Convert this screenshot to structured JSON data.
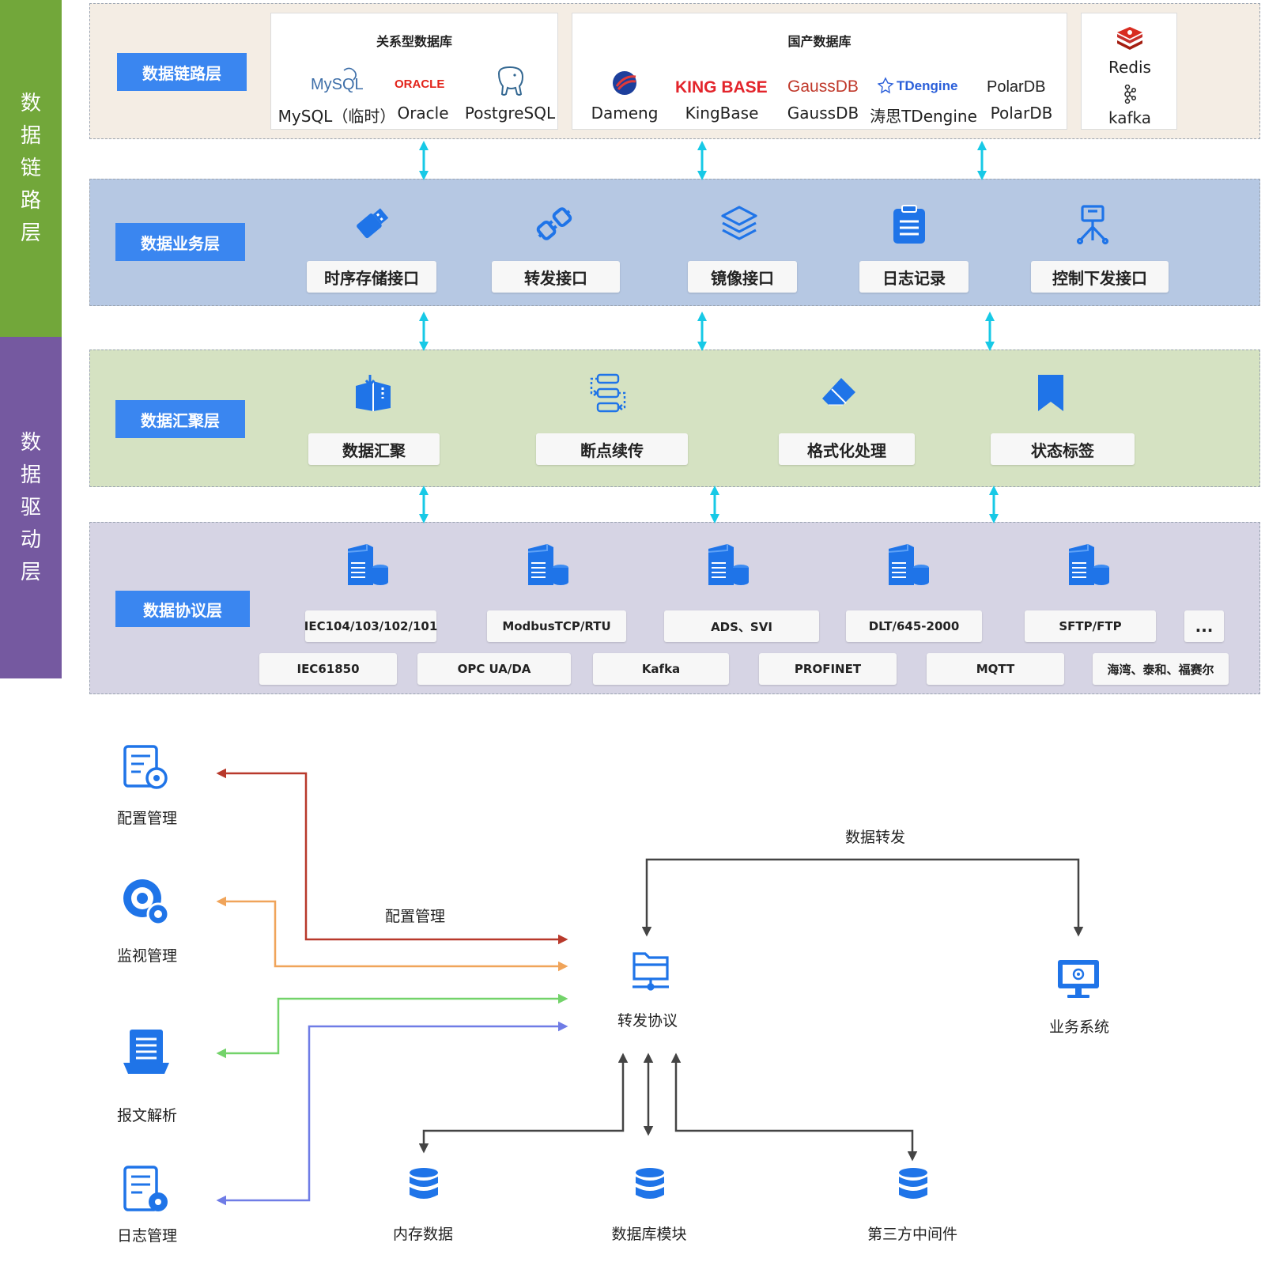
{
  "side_labels": {
    "upper": "数据链路层",
    "lower": "数据驱动层"
  },
  "colors": {
    "upper_side": "#72a73a",
    "lower_side": "#7559a0",
    "layer1_bg": "#f4ede4",
    "layer2_bg": "#b6c8e3",
    "layer3_bg": "#d5e2c2",
    "layer4_bg": "#d6d4e4",
    "title_blue": "#3a86f0",
    "arrow_cyan": "#17c9e6",
    "red_line": "#b8392b",
    "orange_line": "#f0a45a",
    "green_line": "#73d36a",
    "blue_line": "#6f7ce6",
    "dark_line": "#444444"
  },
  "layer1": {
    "title": "数据链路层",
    "relational": {
      "title": "关系型数据库",
      "items": [
        {
          "logo": "MySQL",
          "name": "MySQL（临时）",
          "icon": "mysql-logo"
        },
        {
          "logo": "ORACLE",
          "name": "Oracle",
          "icon": "oracle-logo"
        },
        {
          "logo": "",
          "name": "PostgreSQL",
          "icon": "postgresql-elephant-logo"
        }
      ]
    },
    "domestic": {
      "title": "国产数据库",
      "items": [
        {
          "logo": "",
          "name": "Dameng",
          "icon": "dameng-logo"
        },
        {
          "logo": "KING BASE",
          "name": "KingBase",
          "icon": "kingbase-logo"
        },
        {
          "logo": "GaussDB",
          "name": "GaussDB",
          "icon": "gaussdb-logo"
        },
        {
          "logo": "TDengine",
          "name": "涛思TDengine",
          "icon": "tdengine-logo"
        },
        {
          "logo": "PolarDB",
          "name": "PolarDB",
          "icon": "polardb-logo"
        }
      ]
    },
    "middleware": {
      "items": [
        {
          "name": "Redis",
          "icon": "redis-logo"
        },
        {
          "name": "kafka",
          "icon": "kafka-logo"
        }
      ]
    }
  },
  "layer2": {
    "title": "数据业务层",
    "items": [
      {
        "label": "时序存储接口",
        "icon": "usb-plug-icon"
      },
      {
        "label": "转发接口",
        "icon": "plug-connect-icon"
      },
      {
        "label": "镜像接口",
        "icon": "layers-icon"
      },
      {
        "label": "日志记录",
        "icon": "clipboard-icon"
      },
      {
        "label": "控制下发接口",
        "icon": "control-icon"
      }
    ]
  },
  "layer3": {
    "title": "数据汇聚层",
    "items": [
      {
        "label": "数据汇聚",
        "icon": "box-download-icon"
      },
      {
        "label": "断点续传",
        "icon": "flow-transfer-icon"
      },
      {
        "label": "格式化处理",
        "icon": "eraser-icon"
      },
      {
        "label": "状态标签",
        "icon": "bookmark-icon"
      }
    ]
  },
  "layer4": {
    "title": "数据协议层",
    "row1": [
      "IEC104/103/102/101",
      "ModbusTCP/RTU",
      "ADS、SVI",
      "DLT/645-2000",
      "SFTP/FTP"
    ],
    "more": "...",
    "row2": [
      "IEC61850",
      "OPC UA/DA",
      "Kafka",
      "PROFINET",
      "MQTT",
      "海湾、泰和、福赛尔"
    ]
  },
  "bottom": {
    "left_items": [
      {
        "label": "配置管理",
        "icon": "config-doc-gear-icon"
      },
      {
        "label": "监视管理",
        "icon": "monitor-gear-icon"
      },
      {
        "label": "报文解析",
        "icon": "laptop-doc-icon"
      },
      {
        "label": "日志管理",
        "icon": "log-doc-gear-icon"
      }
    ],
    "config_line_label": "配置管理",
    "forward_label": "数据转发",
    "center": {
      "label": "转发协议",
      "icon": "network-folder-icon"
    },
    "business": {
      "label": "业务系统",
      "icon": "monitor-screen-icon"
    },
    "storage": [
      {
        "label": "内存数据",
        "icon": "database-icon"
      },
      {
        "label": "数据库模块",
        "icon": "database-icon"
      },
      {
        "label": "第三方中间件",
        "icon": "database-icon"
      }
    ]
  }
}
